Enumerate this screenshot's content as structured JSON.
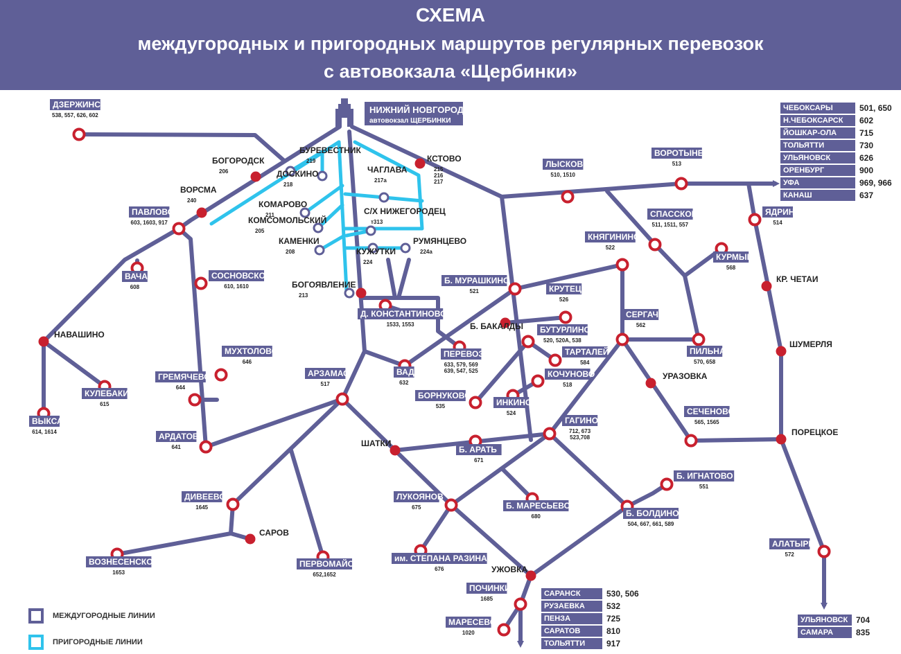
{
  "header": {
    "title": "СХЕМА",
    "subtitle_line1": "междугородных и пригородных маршрутов регулярных перевозок",
    "subtitle_line2": "с автовокзала «Щербинки»"
  },
  "colors": {
    "header_bg": "#5f5f97",
    "intercity_line": "#5f5f97",
    "suburban_line": "#2fc3ec",
    "stop_red": "#c8202e",
    "label_bg": "#5f5f97"
  },
  "hub": {
    "name": "НИЖНИЙ НОВГОРОД",
    "sub": "автовокзал ЩЕРБИНКИ",
    "icon": "kremlin-tower-icon"
  },
  "stops": [
    {
      "id": "dzerzhinsk",
      "name": "ДЗЕРЖИНСК",
      "routes": "538, 557, 626, 602",
      "type": "ring",
      "boxed": true
    },
    {
      "id": "bogorodsk",
      "name": "БОГОРОДСК",
      "routes": "206",
      "type": "dot",
      "boxed": false
    },
    {
      "id": "vorsma",
      "name": "ВОРСМА",
      "routes": "240",
      "type": "dot",
      "boxed": false
    },
    {
      "id": "pavlovo",
      "name": "ПАВЛОВО",
      "routes": "603, 1603, 917",
      "type": "ring",
      "boxed": true
    },
    {
      "id": "vacha",
      "name": "ВАЧА",
      "routes": "608",
      "type": "ring",
      "boxed": true
    },
    {
      "id": "navashino",
      "name": "НАВАШИНО",
      "routes": "",
      "type": "dot",
      "boxed": false
    },
    {
      "id": "kulebaki",
      "name": "КУЛЕБАКИ",
      "routes": "615",
      "type": "ring",
      "boxed": true
    },
    {
      "id": "vyksa",
      "name": "ВЫКСА",
      "routes": "614, 1614",
      "type": "ring",
      "boxed": true
    },
    {
      "id": "sosnovskoe",
      "name": "СОСНОВСКОЕ",
      "routes": "610, 1610",
      "type": "ring",
      "boxed": true
    },
    {
      "id": "mukhtolovo",
      "name": "МУХТОЛОВО",
      "routes": "646",
      "type": "ring",
      "boxed": true
    },
    {
      "id": "gremyachevo",
      "name": "ГРЕМЯЧЕВО",
      "routes": "644",
      "type": "ring",
      "boxed": true
    },
    {
      "id": "ardatov",
      "name": "АРДАТОВ",
      "routes": "641",
      "type": "ring",
      "boxed": true
    },
    {
      "id": "diveevo",
      "name": "ДИВЕЕВО",
      "routes": "1645",
      "type": "ring",
      "boxed": true
    },
    {
      "id": "sarov",
      "name": "САРОВ",
      "routes": "",
      "type": "dot",
      "boxed": false
    },
    {
      "id": "voznesenskoe",
      "name": "ВОЗНЕСЕНСКОЕ",
      "routes": "1653",
      "type": "ring",
      "boxed": true
    },
    {
      "id": "pervomaysk",
      "name": "ПЕРВОМАЙСК",
      "routes": "652,1652",
      "type": "ring",
      "boxed": true
    },
    {
      "id": "arzamas",
      "name": "АРЗАМАС",
      "routes": "517",
      "type": "ring",
      "boxed": true
    },
    {
      "id": "shatki",
      "name": "ШАТКИ",
      "routes": "",
      "type": "dot",
      "boxed": false
    },
    {
      "id": "lukoyanov",
      "name": "ЛУКОЯНОВ",
      "routes": "675",
      "type": "ring",
      "boxed": true
    },
    {
      "id": "stepana_razina",
      "name": "им. СТЕПАНА РАЗИНА",
      "routes": "676",
      "type": "ring",
      "boxed": true
    },
    {
      "id": "uzhovka",
      "name": "УЖОВКА",
      "routes": "",
      "type": "dot",
      "boxed": false
    },
    {
      "id": "pochinki",
      "name": "ПОЧИНКИ",
      "routes": "1685",
      "type": "ring",
      "boxed": true
    },
    {
      "id": "maresevo",
      "name": "МАРЕСЕВО",
      "routes": "1020",
      "type": "ring",
      "boxed": true
    },
    {
      "id": "burevestnik",
      "name": "БУРЕВЕСТНИК",
      "routes": "219",
      "type": "suburb",
      "boxed": false
    },
    {
      "id": "doskino",
      "name": "ДОСКИНО",
      "routes": "218",
      "type": "suburb",
      "boxed": false
    },
    {
      "id": "komarovo",
      "name": "КОМАРОВО",
      "routes": "211",
      "type": "suburb",
      "boxed": false
    },
    {
      "id": "komsomolsky",
      "name": "КОМСОМОЛЬСКИЙ",
      "routes": "205",
      "type": "suburb",
      "boxed": false
    },
    {
      "id": "kameni",
      "name": "КАМЕНКИ",
      "routes": "208",
      "type": "suburb",
      "boxed": false
    },
    {
      "id": "chaglava",
      "name": "ЧАГЛАВА",
      "routes": "217а",
      "type": "suburb",
      "boxed": false
    },
    {
      "id": "sx_nizh",
      "name": "С/Х НИЖЕГОРОДЕЦ",
      "routes": "т313",
      "type": "suburb",
      "boxed": false
    },
    {
      "id": "kuzhutki",
      "name": "КУЖУТКИ",
      "routes": "224",
      "type": "suburb",
      "boxed": false
    },
    {
      "id": "rumyantsevo",
      "name": "РУМЯНЦЕВО",
      "routes": "224а",
      "type": "suburb",
      "boxed": false
    },
    {
      "id": "bogoyavlenie",
      "name": "БОГОЯВЛЕНИЕ",
      "routes": "213",
      "type": "dot",
      "boxed": false
    },
    {
      "id": "d_konstantinovo",
      "name": "Д. КОНСТАНТИНОВО",
      "routes": "1533, 1553",
      "type": "ring",
      "boxed": true
    },
    {
      "id": "kstovo",
      "name": "КСТОВО",
      "routes": "215\n216\n217",
      "type": "dot",
      "boxed": false
    },
    {
      "id": "lyskovo",
      "name": "ЛЫСКОВО",
      "routes": "510, 1510",
      "type": "ring",
      "boxed": true
    },
    {
      "id": "vorotynets",
      "name": "ВОРОТЫНЕЦ",
      "routes": "513",
      "type": "ring",
      "boxed": true
    },
    {
      "id": "spasskoe",
      "name": "СПАССКОЕ",
      "routes": "511, 1511, 557",
      "type": "ring",
      "boxed": true
    },
    {
      "id": "kurmysh",
      "name": "КУРМЫШ",
      "routes": "568",
      "type": "ring",
      "boxed": true
    },
    {
      "id": "knyaginino",
      "name": "КНЯГИНИНО",
      "routes": "522",
      "type": "ring",
      "boxed": true
    },
    {
      "id": "b_murashkino",
      "name": "Б. МУРАШКИНО",
      "routes": "521",
      "type": "ring",
      "boxed": true
    },
    {
      "id": "krutets",
      "name": "КРУТЕЦ",
      "routes": "526",
      "type": "ring",
      "boxed": true
    },
    {
      "id": "b_bakaldy",
      "name": "Б. БАКАЛДЫ",
      "routes": "",
      "type": "dot",
      "boxed": false
    },
    {
      "id": "buturlino",
      "name": "БУТУРЛИНО",
      "routes": "520, 520А, 538",
      "type": "ring",
      "boxed": true
    },
    {
      "id": "tartaley",
      "name": "ТАРТАЛЕЙ",
      "routes": "584",
      "type": "ring",
      "boxed": true
    },
    {
      "id": "kochunovo",
      "name": "КОЧУНОВО",
      "routes": "518",
      "type": "ring",
      "boxed": true
    },
    {
      "id": "inkino",
      "name": "ИНКИНО",
      "routes": "524",
      "type": "ring",
      "boxed": true
    },
    {
      "id": "bornukovo",
      "name": "БОРНУКОВО",
      "routes": "535",
      "type": "ring",
      "boxed": true
    },
    {
      "id": "perevoz",
      "name": "ПЕРЕВОЗ",
      "routes": "633, 579, 569\n639, 547, 525",
      "type": "ring",
      "boxed": true
    },
    {
      "id": "vad",
      "name": "ВАД",
      "routes": "632",
      "type": "ring",
      "boxed": true
    },
    {
      "id": "sergach",
      "name": "СЕРГАЧ",
      "routes": "562",
      "type": "ring",
      "boxed": true
    },
    {
      "id": "pilna",
      "name": "ПИЛЬНА",
      "routes": "570, 658",
      "type": "ring",
      "boxed": true
    },
    {
      "id": "urazovka",
      "name": "УРАЗОВКА",
      "routes": "",
      "type": "dot",
      "boxed": false
    },
    {
      "id": "sechenovo",
      "name": "СЕЧЕНОВО",
      "routes": "565, 1565",
      "type": "ring",
      "boxed": true
    },
    {
      "id": "gagino",
      "name": "ГАГИНО",
      "routes": "712, 673\n523,708",
      "type": "ring",
      "boxed": true
    },
    {
      "id": "b_arat",
      "name": "Б. АРАТЬ",
      "routes": "671",
      "type": "ring",
      "boxed": true
    },
    {
      "id": "b_maresevo",
      "name": "Б. МАРЕСЬЕВО",
      "routes": "680",
      "type": "ring",
      "boxed": true
    },
    {
      "id": "b_ignatovo",
      "name": "Б. ИГНАТОВО",
      "routes": "551",
      "type": "ring",
      "boxed": true
    },
    {
      "id": "b_boldino",
      "name": "Б. БОЛДИНО",
      "routes": "504, 667, 661, 589",
      "type": "ring",
      "boxed": true
    },
    {
      "id": "yadrin",
      "name": "ЯДРИН",
      "routes": "514",
      "type": "ring",
      "boxed": true
    },
    {
      "id": "kr_chetai",
      "name": "КР. ЧЕТАИ",
      "routes": "",
      "type": "dot",
      "boxed": false
    },
    {
      "id": "shumerlya",
      "name": "ШУМЕРЛЯ",
      "routes": "",
      "type": "dot",
      "boxed": false
    },
    {
      "id": "poretskoe",
      "name": "ПОРЕЦКОЕ",
      "routes": "",
      "type": "dot",
      "boxed": false
    },
    {
      "id": "alatyr",
      "name": "АЛАТЫРЬ",
      "routes": "572",
      "type": "ring",
      "boxed": true
    }
  ],
  "tables": [
    {
      "id": "east",
      "rows": [
        {
          "city": "ЧЕБОКСАРЫ",
          "routes": "501, 650"
        },
        {
          "city": "Н.ЧЕБОКСАРСК",
          "routes": "602"
        },
        {
          "city": "ЙОШКАР-ОЛА",
          "routes": "715"
        },
        {
          "city": "ТОЛЬЯТТИ",
          "routes": "730"
        },
        {
          "city": "УЛЬЯНОВСК",
          "routes": "626"
        },
        {
          "city": "ОРЕНБУРГ",
          "routes": "900"
        },
        {
          "city": "УФА",
          "routes": "969, 966"
        },
        {
          "city": "КАНАШ",
          "routes": "637"
        }
      ]
    },
    {
      "id": "south",
      "rows": [
        {
          "city": "САРАНСК",
          "routes": "530, 506"
        },
        {
          "city": "РУЗАЕВКА",
          "routes": "532"
        },
        {
          "city": "ПЕНЗА",
          "routes": "725"
        },
        {
          "city": "САРАТОВ",
          "routes": "810"
        },
        {
          "city": "ТОЛЬЯТТИ",
          "routes": "917"
        }
      ]
    },
    {
      "id": "southeast",
      "rows": [
        {
          "city": "УЛЬЯНОВСК",
          "routes": "704"
        },
        {
          "city": "САМАРА",
          "routes": "835"
        }
      ]
    }
  ],
  "legend": {
    "intercity": "МЕЖДУГОРОДНЫЕ ЛИНИИ",
    "suburban": "ПРИГОРОДНЫЕ ЛИНИИ"
  }
}
